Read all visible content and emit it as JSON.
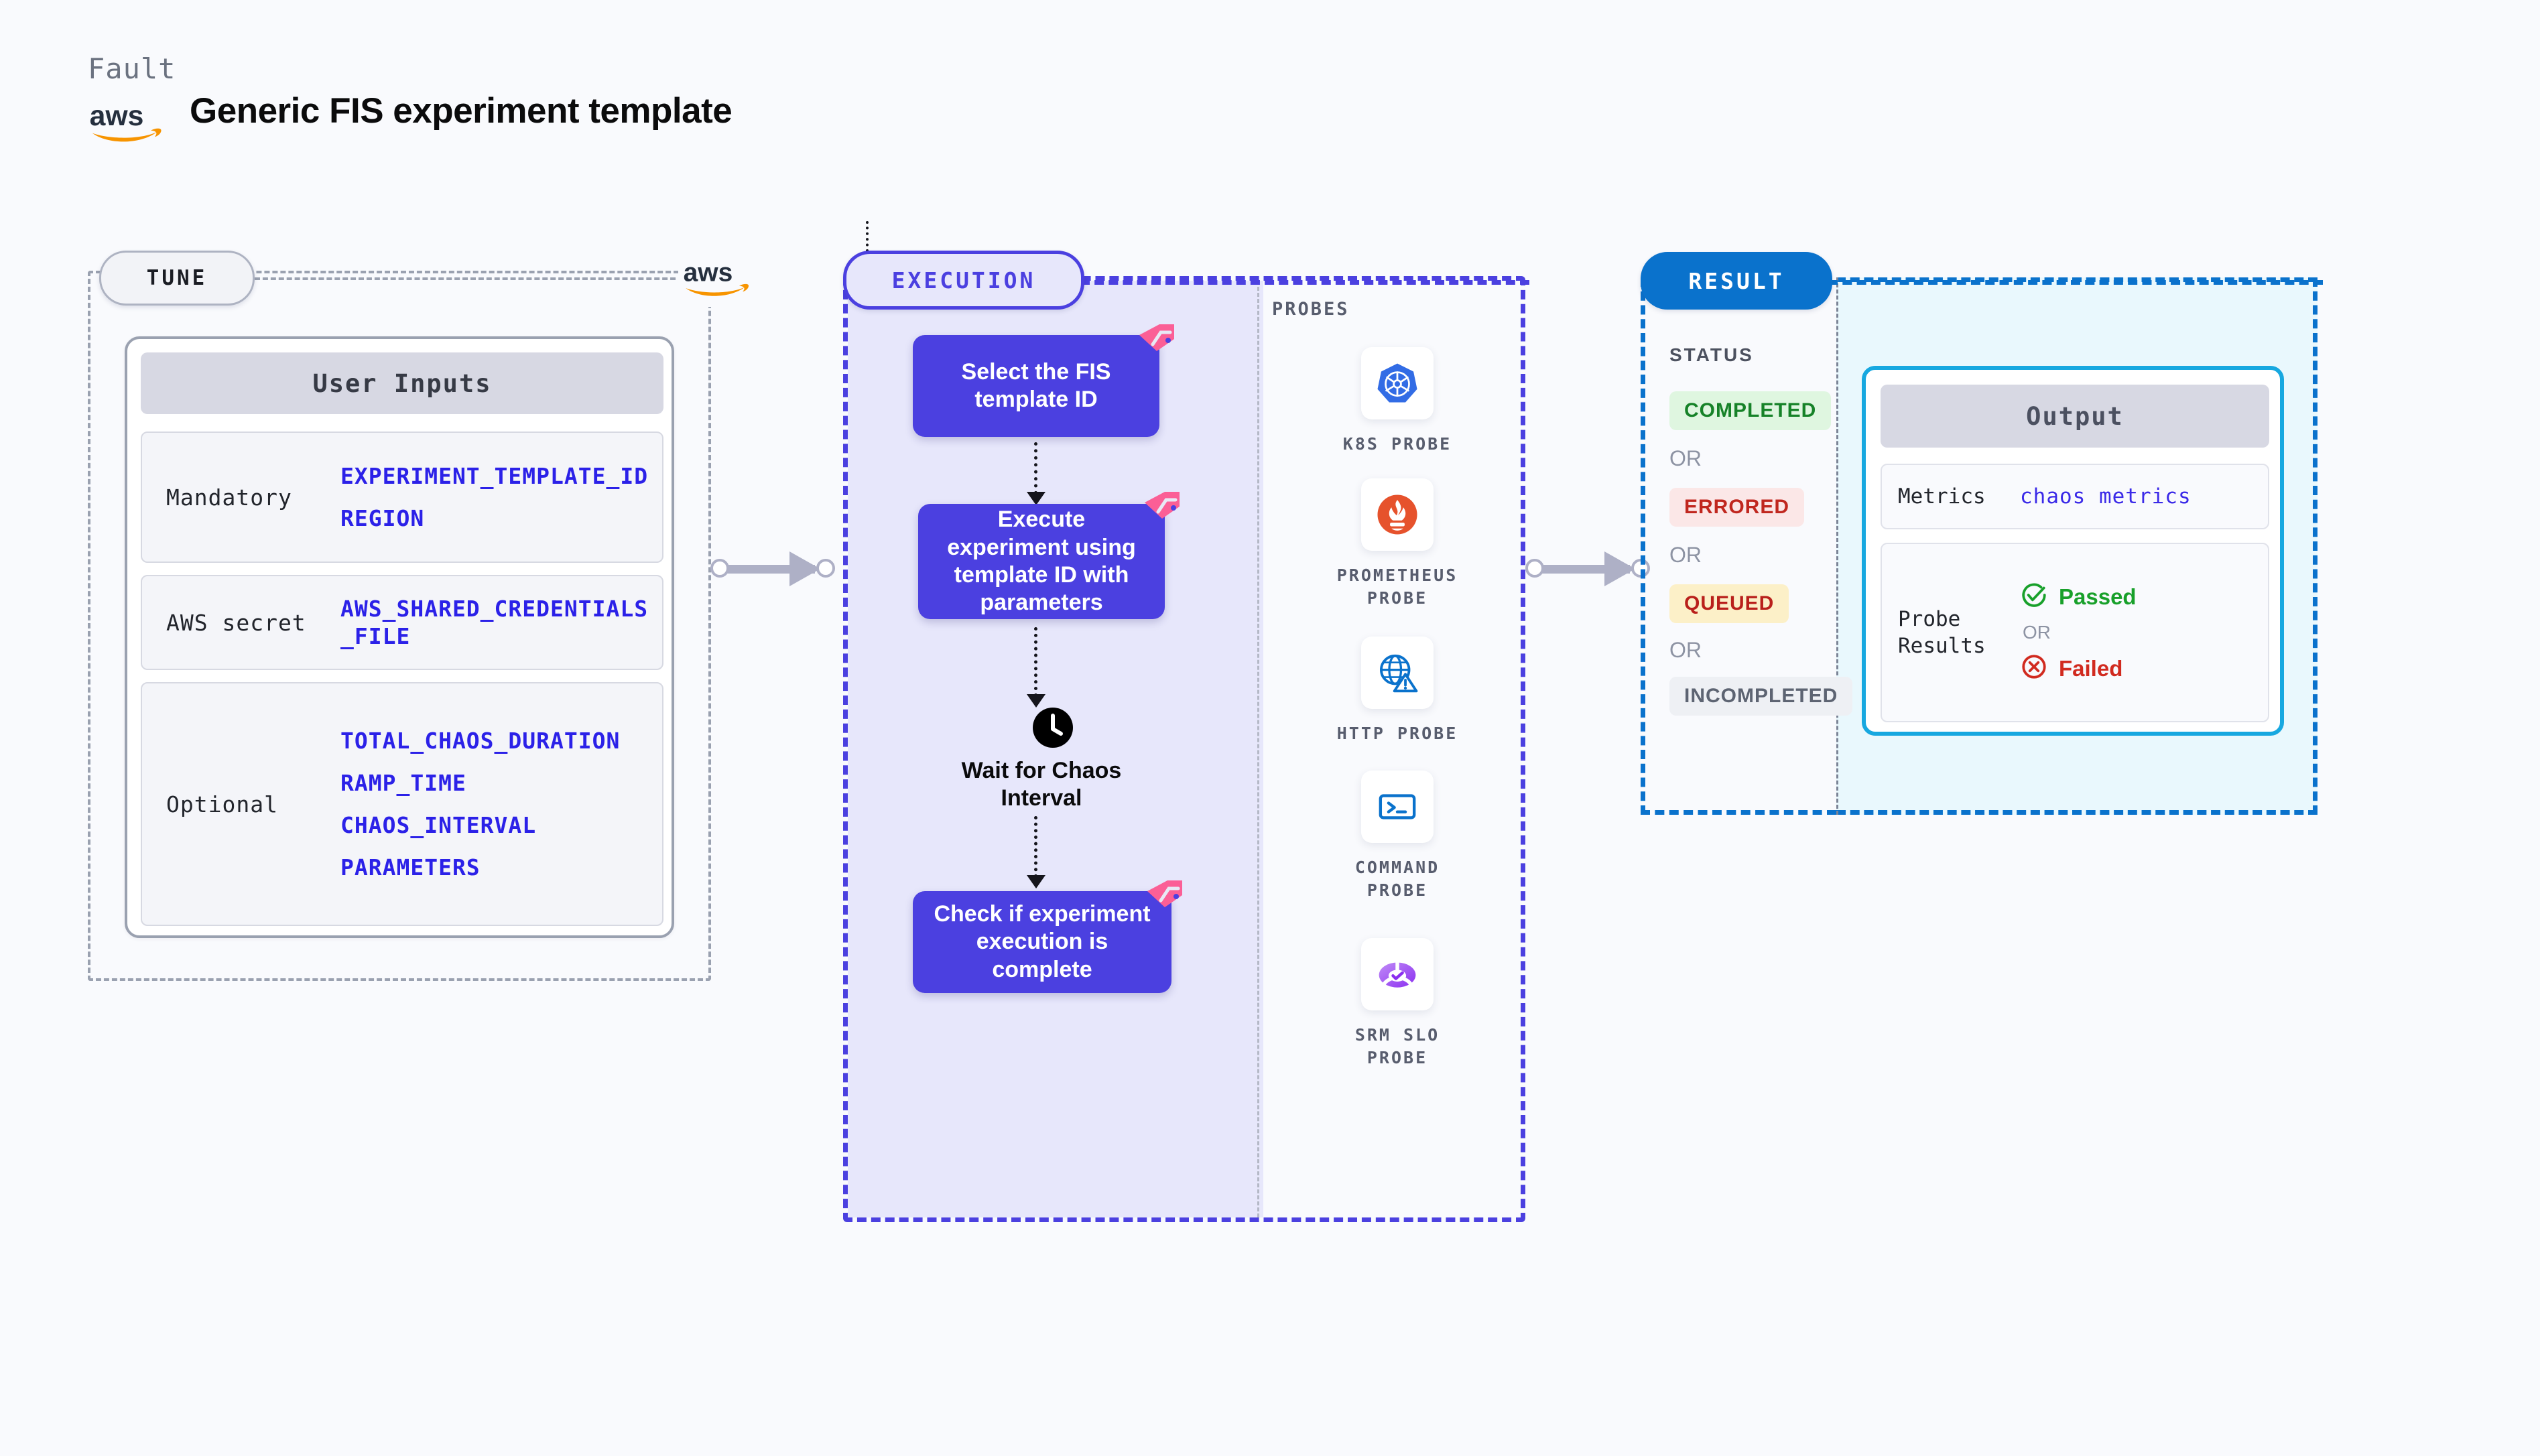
{
  "header": {
    "eyebrow": "Fault",
    "title": "Generic FIS experiment template",
    "logo_icon": "aws-logo-icon"
  },
  "tune": {
    "badge": "TUNE",
    "aws_logo_icon": "aws-logo-icon",
    "card_title": "User Inputs",
    "rows": [
      {
        "label": "Mandatory",
        "values": [
          "EXPERIMENT_TEMPLATE_ID",
          "REGION"
        ]
      },
      {
        "label": "AWS secret",
        "values": [
          "AWS_SHARED_CREDENTIALS\n_FILE"
        ]
      },
      {
        "label": "Optional",
        "values": [
          "TOTAL_CHAOS_DURATION",
          "RAMP_TIME",
          "CHAOS_INTERVAL",
          "PARAMETERS"
        ]
      }
    ]
  },
  "execution": {
    "badge": "EXECUTION",
    "nodes": [
      {
        "text": "Select the FIS template ID",
        "ribbon_icon": "harness-ribbon-icon"
      },
      {
        "text": "Execute experiment using template ID with parameters",
        "ribbon_icon": "harness-ribbon-icon"
      },
      {
        "text": "Check if experiment execution is complete",
        "ribbon_icon": "harness-ribbon-icon"
      }
    ],
    "wait": {
      "icon": "clock-icon",
      "text": "Wait for Chaos Interval"
    },
    "probes": {
      "label": "PROBES",
      "items": [
        {
          "name": "K8S PROBE",
          "icon": "kubernetes-icon"
        },
        {
          "name": "PROMETHEUS PROBE",
          "icon": "prometheus-icon"
        },
        {
          "name": "HTTP PROBE",
          "icon": "http-globe-warning-icon"
        },
        {
          "name": "COMMAND PROBE",
          "icon": "terminal-icon"
        },
        {
          "name": "SRM SLO PROBE",
          "icon": "srm-slo-icon"
        }
      ]
    }
  },
  "result": {
    "badge": "RESULT",
    "status": {
      "title": "STATUS",
      "or_label": "OR",
      "badges": [
        {
          "label": "COMPLETED",
          "bg": "#dff6e0",
          "fg": "#168228"
        },
        {
          "label": "ERRORED",
          "bg": "#fbe7e7",
          "fg": "#c0271f"
        },
        {
          "label": "QUEUED",
          "bg": "#fcf0c8",
          "fg": "#b9201b"
        },
        {
          "label": "INCOMPLETED",
          "bg": "#eef0f4",
          "fg": "#5d6472"
        }
      ]
    },
    "output": {
      "title": "Output",
      "metrics_label": "Metrics",
      "metrics_value": "chaos metrics",
      "probe_results_label": "Probe Results",
      "passed_label": "Passed",
      "failed_label": "Failed",
      "or_label": "OR",
      "passed_icon": "check-circle-icon",
      "failed_icon": "x-circle-icon"
    }
  },
  "colors": {
    "page_bg": "#f9fafd",
    "accent_purple": "#4b40e0",
    "accent_blue": "#0a72cc",
    "accent_cyan": "#17a8e0",
    "aws_orange": "#f79400",
    "ribbon_pink": "#fb5f96"
  }
}
